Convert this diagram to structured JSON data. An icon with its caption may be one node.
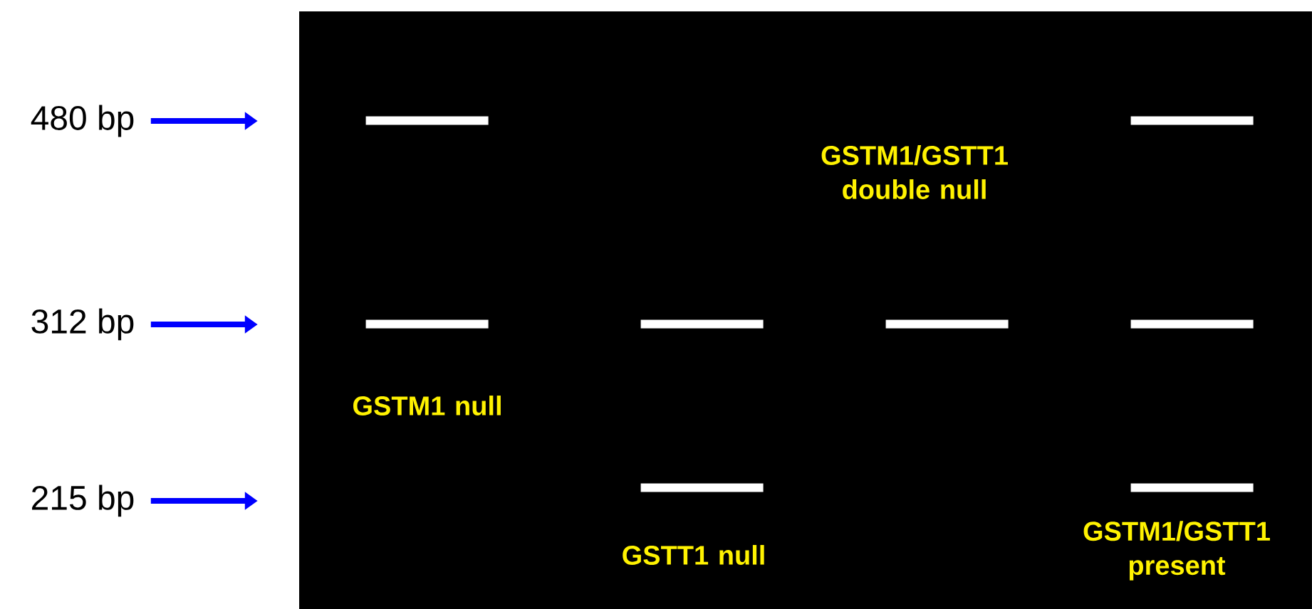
{
  "diagram": {
    "nodes": [
      {
        "text": [
          "480 bp"
        ]
      },
      {
        "text": [
          "312 bp"
        ]
      },
      {
        "text": [
          "215 bp"
        ]
      },
      {
        "text": [],
        "shape": "box"
      },
      {
        "text": [],
        "shape": "bar",
        "in": 3
      },
      {
        "text": [],
        "shape": "bar",
        "in": 3
      },
      {
        "text": [],
        "shape": "bar",
        "in": 3
      },
      {
        "text": [],
        "shape": "bar",
        "in": 3
      },
      {
        "text": [],
        "shape": "bar",
        "in": 3
      },
      {
        "text": [],
        "shape": "bar",
        "in": 3
      },
      {
        "text": [],
        "shape": "bar",
        "in": 3
      },
      {
        "text": [],
        "shape": "bar",
        "in": 3
      }
    ],
    "edges": [
      {
        "from": 0,
        "to": null,
        "arrow": "to",
        "color": "#0000ff"
      },
      {
        "from": 1,
        "to": null,
        "arrow": "to",
        "color": "#0000ff"
      },
      {
        "from": 2,
        "to": null,
        "arrow": "to",
        "color": "#0000ff"
      }
    ],
    "labels": [
      "GSTM1/GSTT1 double null",
      "GSTM1 null",
      "GSTT1 null",
      "GSTM1/GSTT1 present"
    ]
  }
}
